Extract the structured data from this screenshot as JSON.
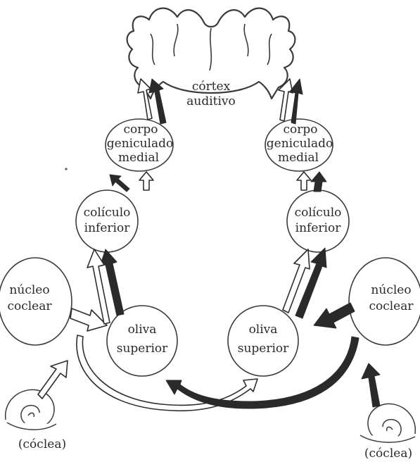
{
  "labels": {
    "cortex": [
      "córtex",
      "auditivo"
    ],
    "mgb_left": [
      "corpo",
      "geniculado",
      "medial"
    ],
    "mgb_right": [
      "corpo",
      "geniculado",
      "medial"
    ],
    "ic_left": [
      "colículo",
      "inferior"
    ],
    "ic_right": [
      "colículo",
      "inferior"
    ],
    "cn_left": [
      "núcleo",
      "coclear"
    ],
    "cn_right": [
      "núcleo",
      "coclear"
    ],
    "so_left": [
      "oliva",
      "superior"
    ],
    "so_right": [
      "oliva",
      "superior"
    ],
    "cochlea_left": "(cóclea)",
    "cochlea_right": "(cóclea)"
  }
}
